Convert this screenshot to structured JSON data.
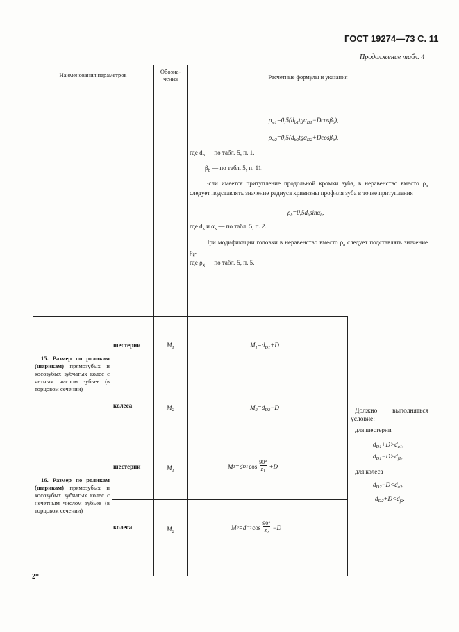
{
  "header": {
    "standard": "ГОСТ 19274—73 С. 11",
    "continuation": "Продолжение табл. 4"
  },
  "table": {
    "col_headers": {
      "name": "Наименования параметров",
      "symbol": "Обозна-\nчения",
      "formula": "Расчетные формулы и указания"
    }
  },
  "top_section": {
    "f_rho1": "ρ",
    "f_rho1_sub": "м1",
    "f_rho1_rest": "=0,5(d",
    "f_rho1_sub2": "b1",
    "f_rho1_tg": "tgα",
    "f_rho1_sub3": "D1",
    "f_rho1_end": "−Dcosβ",
    "f_rho1_sub4": "b",
    "f_rho1_close": "),",
    "f_rho2": "ρ",
    "f_rho2_sub": "м2",
    "f_rho2_rest": "=0,5(d",
    "f_rho2_sub2": "b2",
    "f_rho2_tg": "tgα",
    "f_rho2_sub3": "D2",
    "f_rho2_end": "+Dcosβ",
    "f_rho2_sub4": "b",
    "f_rho2_close": "),",
    "where_db": "где d",
    "where_db_sub": "b",
    "where_db_rest": " — по табл. 5, п. 1.",
    "where_beta": "β",
    "where_beta_sub": "b",
    "where_beta_rest": " — по табл. 5, п. 11.",
    "para1": "Если имеется притупление продольной кромки зуба, в неравенство вместо ρ",
    "para1_sub": "a",
    "para1_rest": " следует подставлять значение радиуса кривизны профиля зуба в точке притупления",
    "f_rhok": "ρ",
    "f_rhok_sub": "k",
    "f_rhok_rest": "=0,5d",
    "f_rhok_sub2": "k",
    "f_rhok_sin": "sinα",
    "f_rhok_sub3": "k",
    "f_rhok_end": ",",
    "where_dk": "где d",
    "where_dk_sub": "k",
    "where_dk_and": " и α",
    "where_dk_sub2": "k",
    "where_dk_rest": " — по табл. 5, п. 2.",
    "para2": "При модификации головки в неравенство вместо ρ",
    "para2_sub": "a",
    "para2_rest": " следует подставлять значение ρ",
    "para2_sub2": "g",
    "para2_end": ".",
    "where_rhog": "где ρ",
    "where_rhog_sub": "g",
    "where_rhog_rest": " — по табл. 5, п. 5."
  },
  "row15": {
    "title": "15. Размер по роликам (шарикам)",
    "rest": " прямозубых и косозубых зубчатых колес с четным числом зубьев (в торцовом сечении)",
    "pinion_label": "шестерни",
    "pinion_sym": "M",
    "pinion_sym_sub": "1",
    "pinion_formula_a": "M",
    "pinion_formula_a_sub": "1",
    "pinion_formula_b": "=d",
    "pinion_formula_b_sub": "D1",
    "pinion_formula_c": "+D",
    "wheel_label": "колеса",
    "wheel_sym": "M",
    "wheel_sym_sub": "2",
    "wheel_formula_a": "M",
    "wheel_formula_a_sub": "2",
    "wheel_formula_b": "=d",
    "wheel_formula_b_sub": "D2",
    "wheel_formula_c": "−D"
  },
  "row16": {
    "title": "16. Размер по роликам (шарикам)",
    "rest": " прямозубых и косозубых зубчатых колес с нечетным числом зубьев (в торцовом сечении)",
    "pinion_label": "шестерни",
    "pinion_sym": "M",
    "pinion_sym_sub": "1",
    "pinion_formula_a": "M",
    "pinion_formula_a_sub": "1",
    "pinion_formula_b": "=d",
    "pinion_formula_b_sub": "D1",
    "pinion_formula_cos": "cos",
    "pinion_formula_num": "90°",
    "pinion_formula_den": "z",
    "pinion_formula_den_sub": "1",
    "pinion_formula_end": "+D",
    "wheel_label": "колеса",
    "wheel_sym": "M",
    "wheel_sym_sub": "2",
    "wheel_formula_a": "M",
    "wheel_formula_a_sub": "2",
    "wheel_formula_b": "=d",
    "wheel_formula_b_sub": "D2",
    "wheel_formula_cos": "cos",
    "wheel_formula_num": "90°",
    "wheel_formula_den": "z",
    "wheel_formula_den_sub": "2",
    "wheel_formula_end": "−D"
  },
  "condition": {
    "intro": "Должно выполняться условие:",
    "pinion_label": "для шестерни",
    "p1_a": "d",
    "p1_a_sub": "D1",
    "p1_b": "+D>d",
    "p1_b_sub": "a1",
    "p1_c": ",",
    "p2_a": "d",
    "p2_a_sub": "D1",
    "p2_b": "−D>d",
    "p2_b_sub": "f1",
    "p2_c": ",",
    "wheel_label": "для колеса",
    "w1_a": "d",
    "w1_a_sub": "D2",
    "w1_b": "−D<d",
    "w1_b_sub": "a2",
    "w1_c": ",",
    "w2_a": "d",
    "w2_a_sub": "D2",
    "w2_b": "+D<d",
    "w2_b_sub": "f2",
    "w2_c": "."
  },
  "footer": {
    "page_mark": "2*"
  }
}
